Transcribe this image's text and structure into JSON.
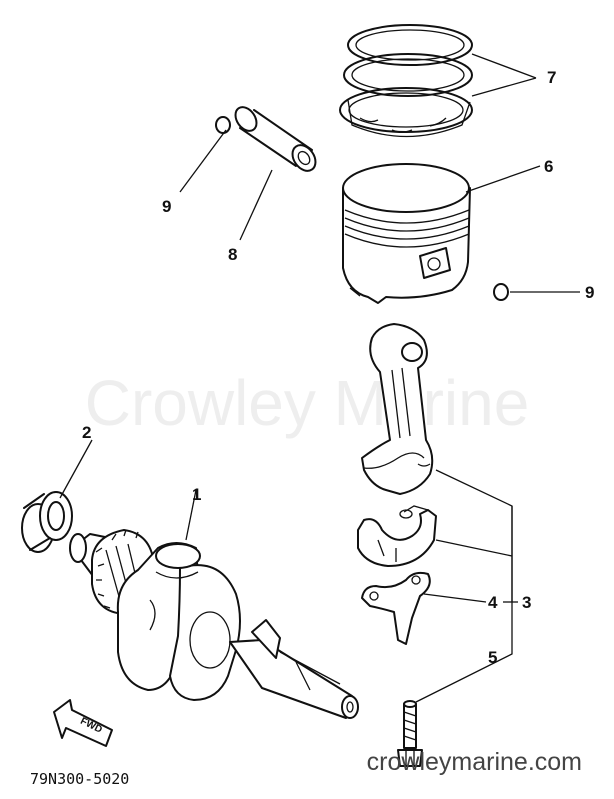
{
  "watermark": "Crowley Marine",
  "website": "crowleymarine.com",
  "diagram_code": "79N300-5020",
  "direction_label": "FWD",
  "callouts": [
    {
      "id": "c1",
      "label": "1"
    },
    {
      "id": "c2",
      "label": "2"
    },
    {
      "id": "c3",
      "label": "3"
    },
    {
      "id": "c4",
      "label": "4"
    },
    {
      "id": "c5",
      "label": "5"
    },
    {
      "id": "c6",
      "label": "6"
    },
    {
      "id": "c7",
      "label": "7"
    },
    {
      "id": "c8",
      "label": "8"
    },
    {
      "id": "c9a",
      "label": "9"
    },
    {
      "id": "c9b",
      "label": "9"
    }
  ]
}
